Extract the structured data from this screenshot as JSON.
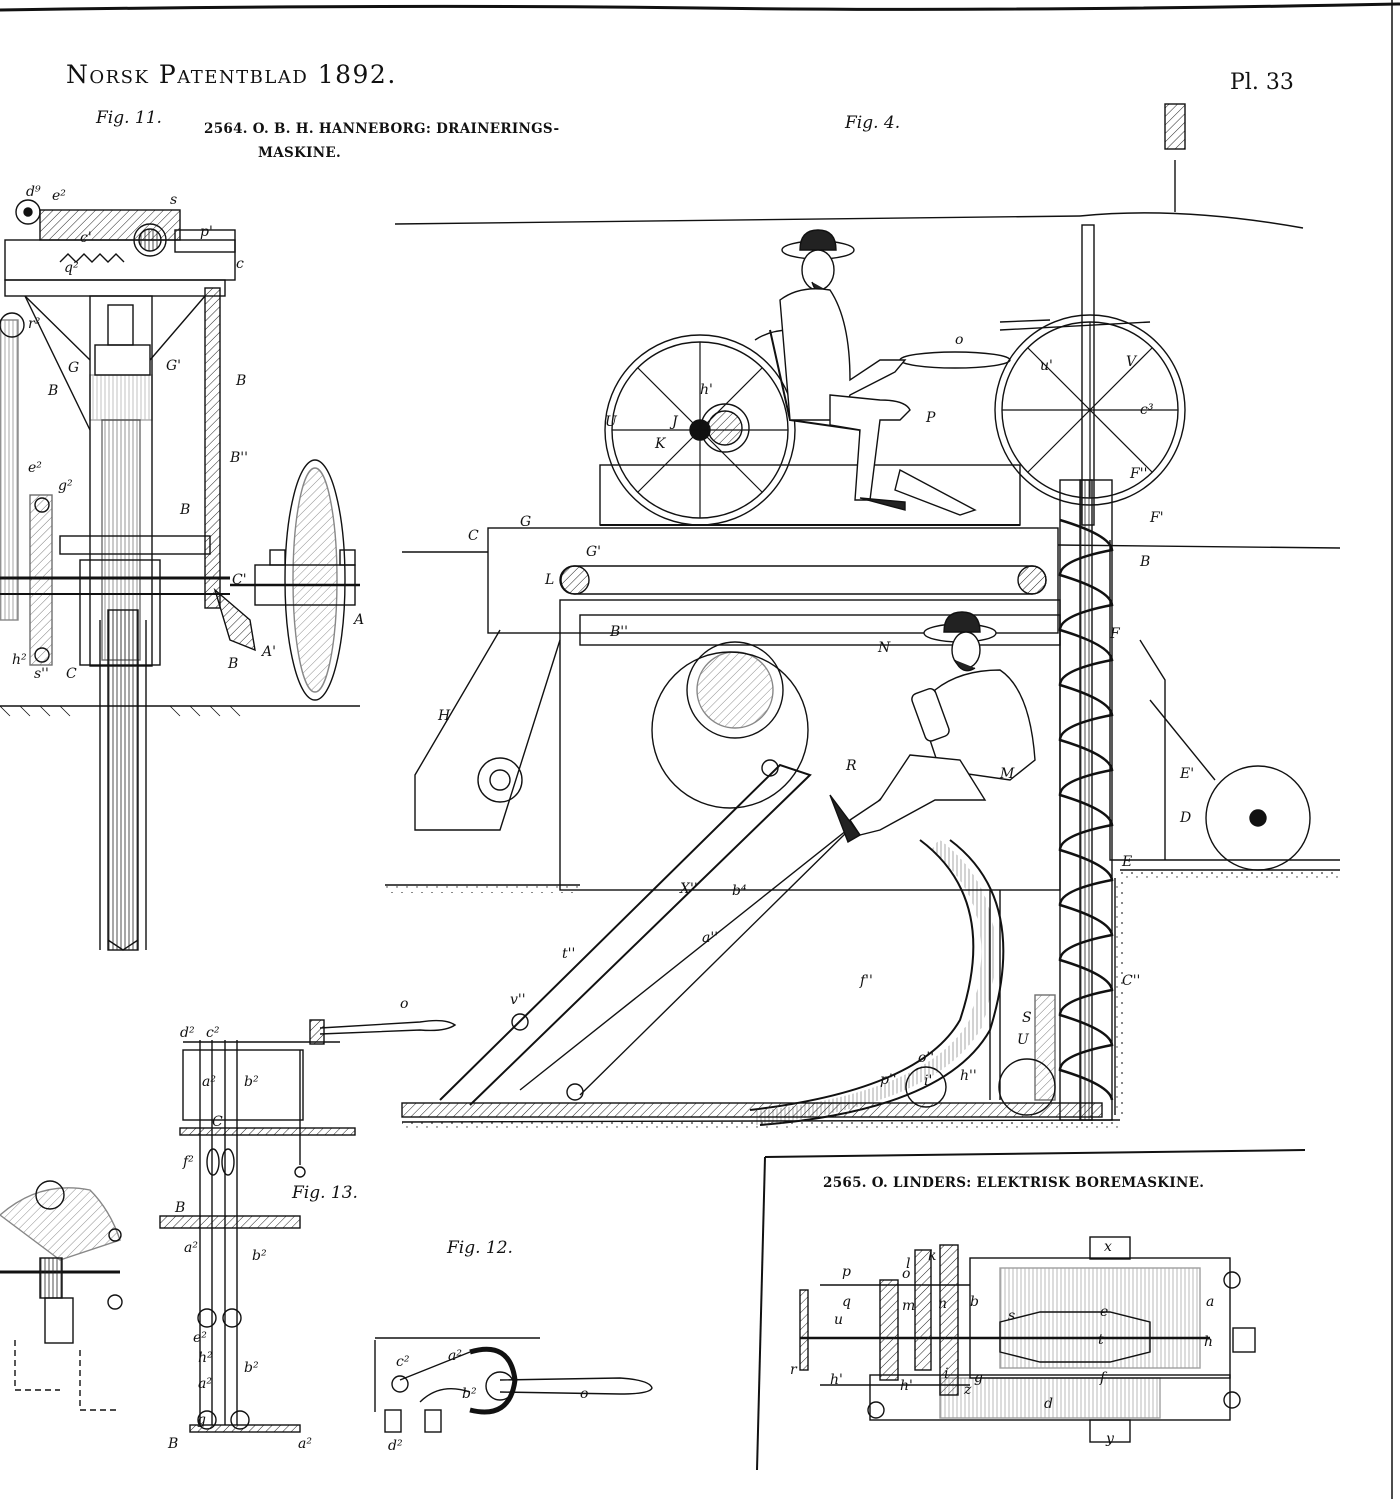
{
  "header": {
    "publication": "Norsk Patentblad 1892.",
    "plate": "Pl. 33"
  },
  "patents": [
    {
      "number": "2564.",
      "author": "O. B. H. HANNEBORG:",
      "title": "DRAINERINGS-",
      "title_cont": "MASKINE."
    },
    {
      "number": "2565.",
      "author": "O. LINDERS:",
      "title": "ELEKTRISK BOREMASKINE."
    }
  ],
  "figures": {
    "fig11": "Fig. 11.",
    "fig4": "Fig. 4.",
    "fig12": "Fig. 12.",
    "fig13": "Fig. 13."
  },
  "labels": {
    "d9": "d⁹",
    "e9": "e²",
    "s": "s",
    "c1": "c'",
    "p1": "p'",
    "c": "c",
    "q2": "q²",
    "r2": "r²",
    "G": "G",
    "G1": "G'",
    "B": "B",
    "B2": "B''",
    "e2": "e²",
    "g2": "g²",
    "C1": "C'",
    "A": "A",
    "h2": "h²",
    "s2": "s''",
    "C": "C",
    "B3": "B",
    "A1": "A'",
    "o": "o",
    "U": "U",
    "h1": "h'",
    "J": "J",
    "K": "K",
    "P": "P",
    "u1": "u'",
    "V": "V",
    "c3": "c³",
    "G3": "G",
    "C3": "C",
    "L": "L",
    "Gp": "G'",
    "F2": "F''",
    "F1": "F'",
    "Bb": "B",
    "B4": "B''",
    "H": "H",
    "F": "F",
    "N": "N",
    "M": "M",
    "R": "R",
    "E1": "E'",
    "D": "D",
    "E": "E",
    "X": "X''",
    "b4": "b⁴",
    "Cc": "C''",
    "S": "S",
    "U2": "U",
    "o2": "o''",
    "i": "i'",
    "h3": "h''",
    "p2": "p''",
    "f2": "f''",
    "t2": "t''",
    "v2": "v''",
    "a2": "a''",
    "d2": "d²",
    "c2": "c²",
    "a2b": "a²",
    "b2": "b²",
    "Cm": "C",
    "f2b": "f²",
    "Bm": "B",
    "b2b": "b²",
    "a3": "a²",
    "e2b": "e²",
    "h2b": "h²",
    "a2c": "a²",
    "b2c": "b²",
    "g2b": "g",
    "Bn": "B",
    "a2d": "a²",
    "oh": "o",
    "d2c": "d²",
    "c2c": "c²",
    "a2e": "a²",
    "b2e": "b²",
    "o3": "o",
    "x": "x",
    "y": "y",
    "a": "a",
    "e": "e",
    "t": "t",
    "f": "f",
    "d": "d",
    "h": "h",
    "b": "b",
    "sm": "s",
    "p": "p",
    "q": "q",
    "u": "u",
    "r": "r",
    "l": "l",
    "k": "k",
    "m": "m",
    "n": "n",
    "g": "g",
    "z": "z",
    "i3": "i",
    "h4": "h'",
    "h5": "h'",
    "o4": "o"
  }
}
